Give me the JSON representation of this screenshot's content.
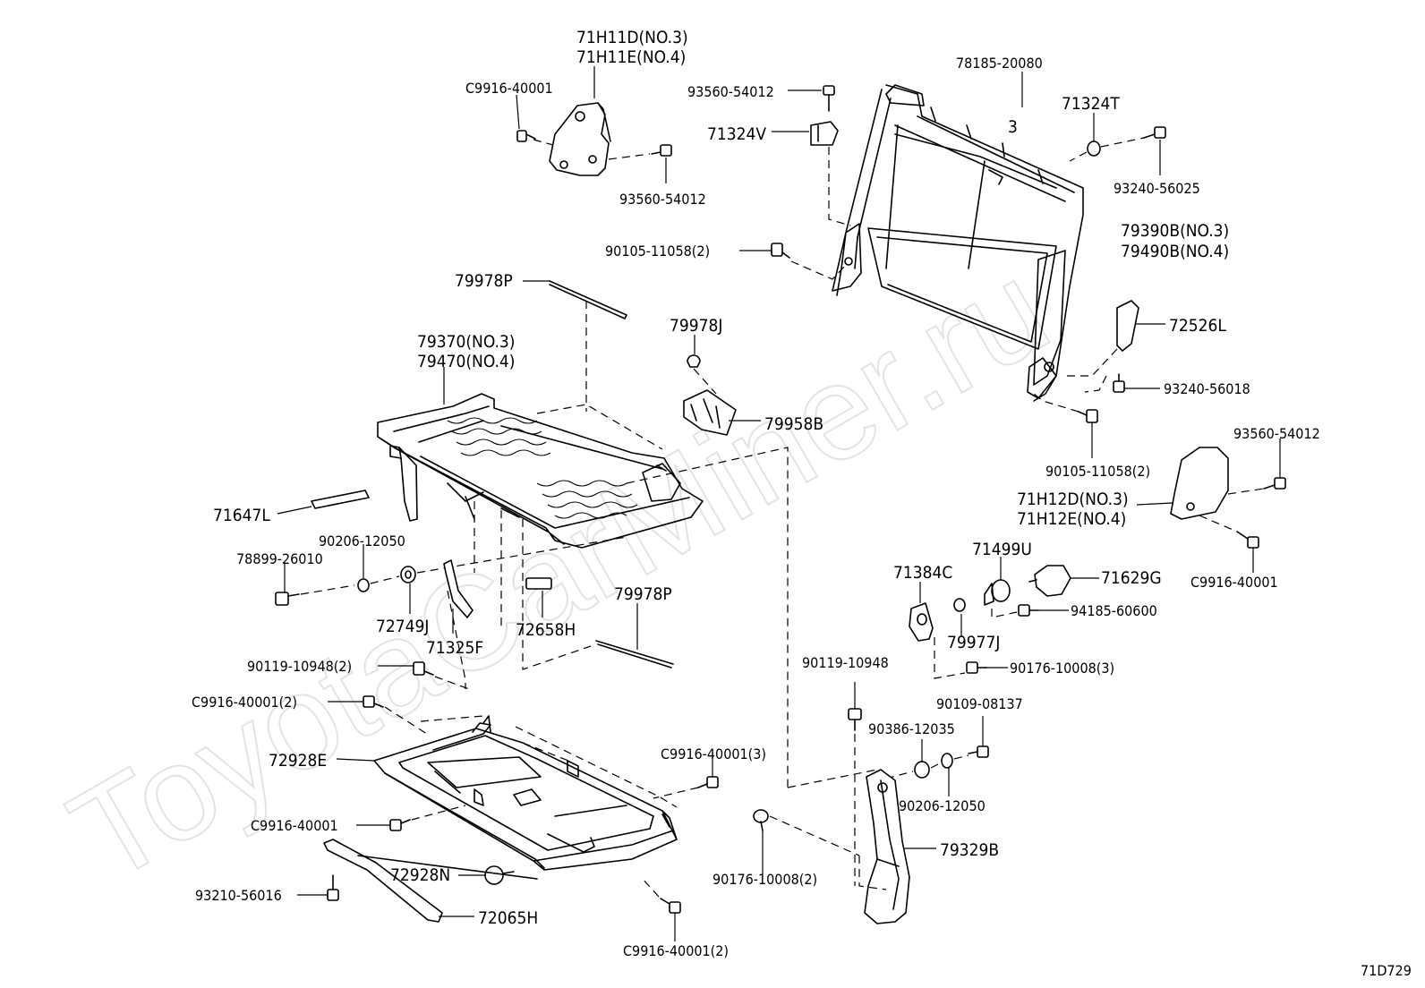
{
  "watermark": "ToyotaCarMiner.ru",
  "diagram_code": "71D729",
  "labels": {
    "l_71h11d": "71H11D(NO.3)",
    "l_71h11e": "71H11E(NO.4)",
    "l_c9916_a": "C9916-40001",
    "l_93560_a": "93560-54012",
    "l_93560_b": "93560-54012",
    "l_71324v": "71324V",
    "l_78185": "78185-20080",
    "l_3": "3",
    "l_71324t": "71324T",
    "l_93240_56025": "93240-56025",
    "l_90105_a": "90105-11058(2)",
    "l_79390b": "79390B(NO.3)",
    "l_79490b": "79490B(NO.4)",
    "l_79978p_a": "79978P",
    "l_72526l": "72526L",
    "l_79978j": "79978J",
    "l_93240_56018": "93240-56018",
    "l_79370": "79370(NO.3)",
    "l_79470": "79470(NO.4)",
    "l_79958b": "79958B",
    "l_90105_b": "90105-11058(2)",
    "l_93560_c": "93560-54012",
    "l_71h12d": "71H12D(NO.3)",
    "l_71h12e": "71H12E(NO.4)",
    "l_71647l": "71647L",
    "l_90206_a": "90206-12050",
    "l_78899": "78899-26010",
    "l_c9916_b": "C9916-40001",
    "l_71499u": "71499U",
    "l_71384c": "71384C",
    "l_71629g": "71629G",
    "l_72749j": "72749J",
    "l_79978p_b": "79978P",
    "l_72658h": "72658H",
    "l_94185": "94185-60600",
    "l_79977j": "79977J",
    "l_71325f": "71325F",
    "l_90119_a": "90119-10948(2)",
    "l_90119_b": "90119-10948",
    "l_90176_a": "90176-10008(3)",
    "l_c9916_c": "C9916-40001(2)",
    "l_90109": "90109-08137",
    "l_90386": "90386-12035",
    "l_c9916_d": "C9916-40001(3)",
    "l_72928e": "72928E",
    "l_90206_b": "90206-12050",
    "l_c9916_e": "C9916-40001",
    "l_79329b": "79329B",
    "l_72928n": "72928N",
    "l_90176_b": "90176-10008(2)",
    "l_93210": "93210-56016",
    "l_72065h": "72065H",
    "l_c9916_f": "C9916-40001(2)"
  }
}
